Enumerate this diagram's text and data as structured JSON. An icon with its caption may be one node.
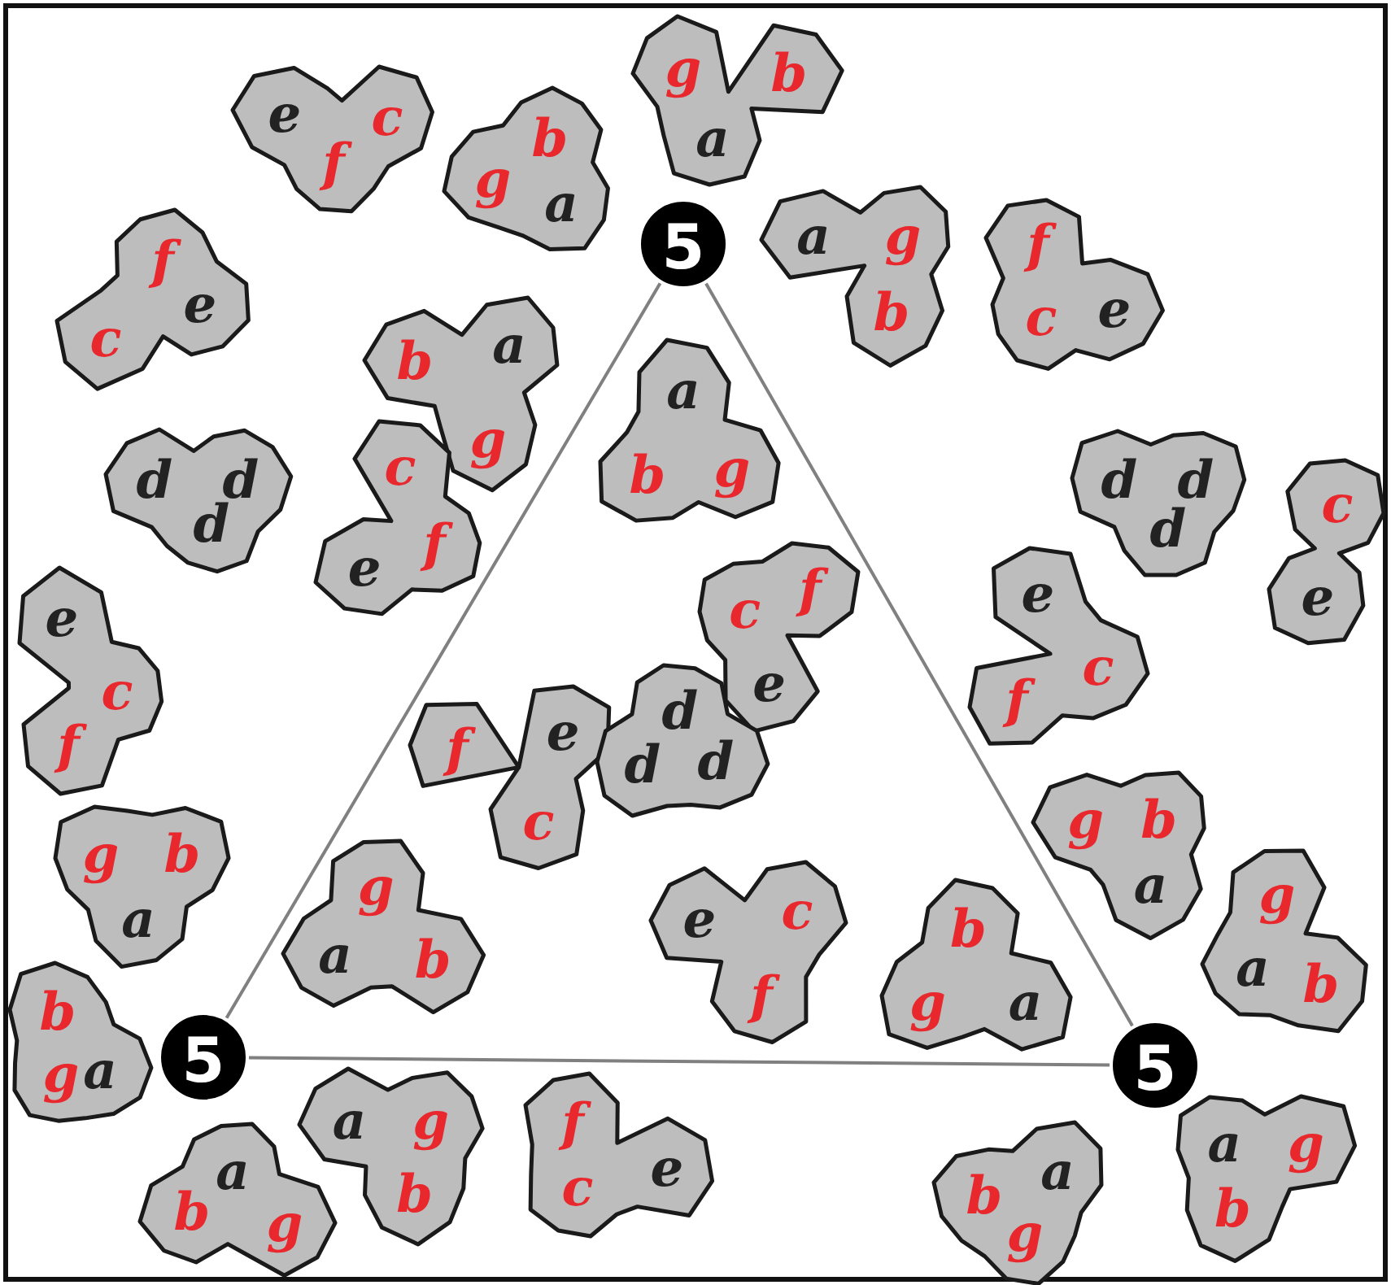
{
  "diagram": {
    "nodes": [
      {
        "text": [
          "e",
          "c",
          "f"
        ]
      },
      {
        "text": [
          "b",
          "g",
          "a"
        ]
      },
      {
        "text": [
          "g",
          "b",
          "a"
        ]
      },
      {
        "text": [
          "5"
        ]
      },
      {
        "text": [
          "f",
          "c",
          "e"
        ]
      },
      {
        "text": [
          "a",
          "g",
          "b"
        ]
      },
      {
        "text": [
          "f",
          "c",
          "e"
        ]
      },
      {
        "text": [
          "b",
          "a",
          "g"
        ]
      },
      {
        "text": [
          "a",
          "b",
          "g"
        ]
      },
      {
        "text": [
          "d",
          "d",
          "d"
        ]
      },
      {
        "text": [
          "c",
          "e",
          "f"
        ]
      },
      {
        "text": [
          "d",
          "d",
          "d"
        ]
      },
      {
        "text": [
          "c",
          "e"
        ]
      },
      {
        "text": [
          "c",
          "f",
          "e"
        ]
      },
      {
        "text": [
          "e",
          "f",
          "c"
        ]
      },
      {
        "text": [
          "e",
          "c",
          "f"
        ]
      },
      {
        "text": [
          "f",
          "e",
          "c"
        ]
      },
      {
        "text": [
          "d",
          "d",
          "d"
        ]
      },
      {
        "text": [
          "g",
          "b",
          "a"
        ]
      },
      {
        "text": [
          "g",
          "a",
          "b"
        ]
      },
      {
        "text": [
          "g",
          "b",
          "a"
        ]
      },
      {
        "text": [
          "g",
          "a",
          "b"
        ]
      },
      {
        "text": [
          "b",
          "g",
          "a"
        ]
      },
      {
        "text": [
          "5"
        ]
      },
      {
        "text": [
          "e",
          "c",
          "f"
        ]
      },
      {
        "text": [
          "b",
          "g",
          "a"
        ]
      },
      {
        "text": [
          "5"
        ]
      },
      {
        "text": [
          "a",
          "g",
          "b"
        ]
      },
      {
        "text": [
          "f",
          "c",
          "e"
        ]
      },
      {
        "text": [
          "a",
          "b",
          "g"
        ]
      },
      {
        "text": [
          "b",
          "a",
          "g"
        ]
      },
      {
        "text": [
          "a",
          "g",
          "b"
        ]
      }
    ],
    "edges": [
      {
        "from": 3,
        "to": 23,
        "arrow": "none"
      },
      {
        "from": 3,
        "to": 26,
        "arrow": "none"
      },
      {
        "from": 23,
        "to": 26,
        "arrow": "none"
      }
    ]
  }
}
